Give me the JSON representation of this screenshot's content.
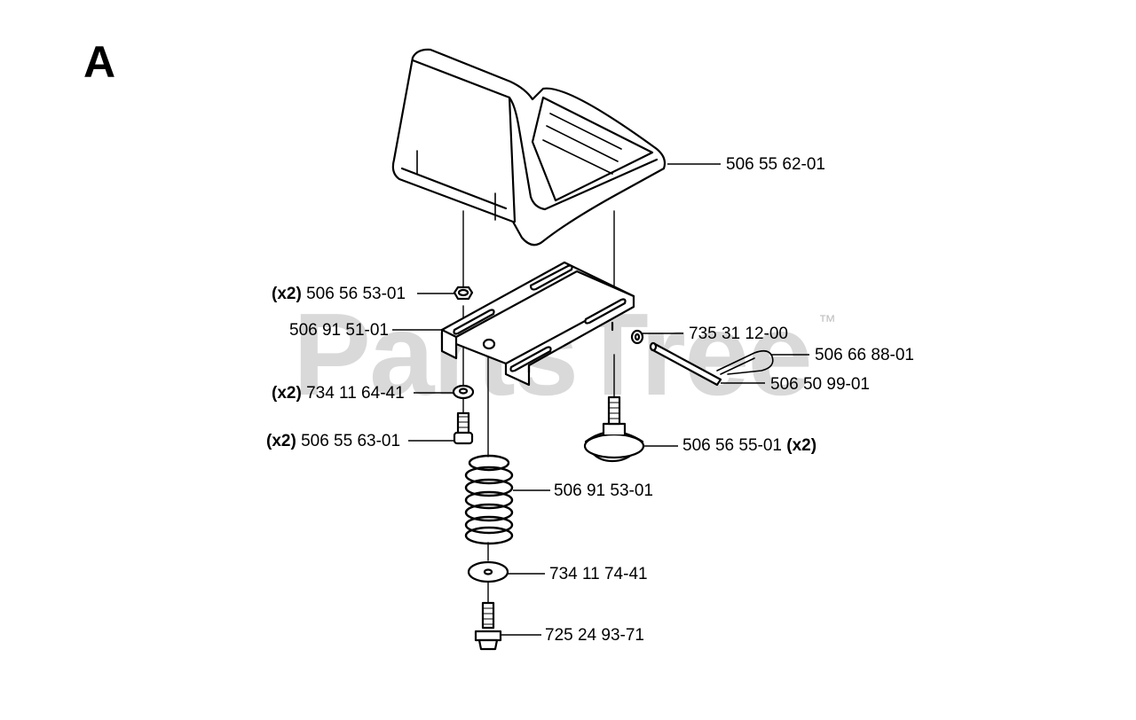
{
  "section_letter": "A",
  "watermark": {
    "text": "PartsTree",
    "tm": "™"
  },
  "callouts": {
    "seat": {
      "part": "506 55 62-01"
    },
    "nut": {
      "qty": "(x2)",
      "part": "506 56 53-01"
    },
    "bracket": {
      "part": "506 91 51-01"
    },
    "washer_small": {
      "part": "735 31 12-00"
    },
    "clip": {
      "part": "506 66 88-01"
    },
    "pin": {
      "part": "506 50 99-01"
    },
    "washer_upper": {
      "qty": "(x2)",
      "part": "734 11 64-41"
    },
    "bolt_upper": {
      "qty": "(x2)",
      "part": "506 55 63-01"
    },
    "knob": {
      "part": "506 56 55-01",
      "qty": "(x2)"
    },
    "spring": {
      "part": "506 91 53-01"
    },
    "washer_lower": {
      "part": "734 11 74-41"
    },
    "bolt_lower": {
      "part": "725 24 93-71"
    }
  },
  "colors": {
    "line": "#000000",
    "fill": "#ffffff",
    "watermark": "#787878"
  }
}
